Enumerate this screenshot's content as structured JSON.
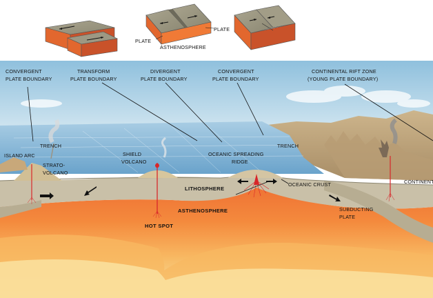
{
  "inset_labels": {
    "plate_left": "PLATE",
    "plate_right": "PLATE",
    "asthenosphere": "ASTHENOSPHERE"
  },
  "callouts": {
    "convergent_left_1": "CONVERGENT",
    "convergent_left_2": "PLATE BOUNDARY",
    "transform_1": "TRANSFORM",
    "transform_2": "PLATE BOUNDARY",
    "divergent_1": "DIVERGENT",
    "divergent_2": "PLATE BOUNDARY",
    "convergent_mid_1": "CONVERGENT",
    "convergent_mid_2": "PLATE BOUNDARY",
    "rift_1": "CONTINENTAL RIFT ZONE",
    "rift_2": "(YOUNG PLATE BOUNDARY)"
  },
  "features": {
    "trench_left": "TRENCH",
    "island_arc": "ISLAND ARC",
    "strato_1": "STRATO-",
    "strato_2": "VOLCANO",
    "shield_1": "SHIELD",
    "shield_2": "VOLCANO",
    "ridge_1": "OCEANIC SPREADING",
    "ridge_2": "RIDGE",
    "trench_right": "TRENCH",
    "continent": "CONTINENT",
    "lithosphere": "LITHOSPHERE",
    "oceanic_crust": "OCEANIC CRUST",
    "asthenosphere": "ASTHENOSPHERE",
    "hot_spot": "HOT SPOT",
    "subducting_1": "SUBDUCTING",
    "subducting_2": "PLATE"
  },
  "colors": {
    "sky": "#b9d8ea",
    "ocean": "#7fb3d6",
    "lithosphere": "#c9c0a8",
    "asthenosphere": "#f08a3c",
    "deep_mantle": "#f6e7a4",
    "magma": "#d8262a"
  }
}
